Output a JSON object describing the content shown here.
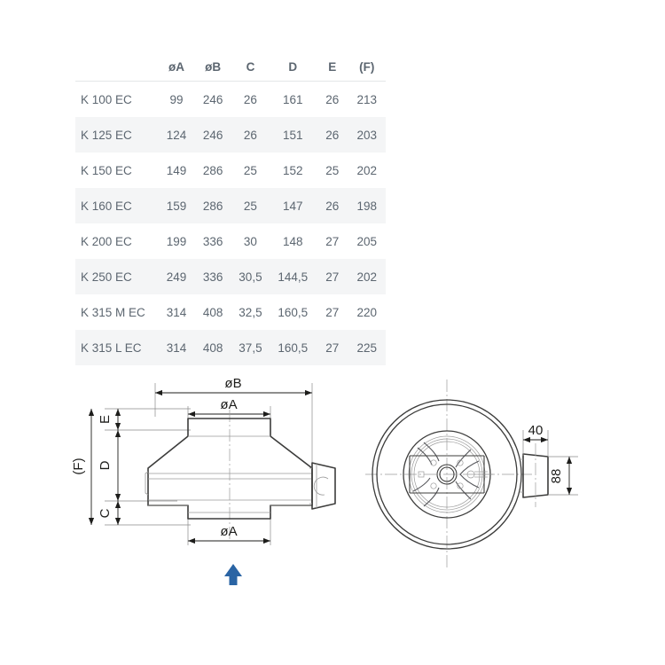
{
  "table": {
    "columns": [
      "",
      "øA",
      "øB",
      "C",
      "D",
      "E",
      "(F)"
    ],
    "rows": [
      {
        "model": "K 100 EC",
        "a": "99",
        "b": "246",
        "c": "26",
        "d": "161",
        "e": "26",
        "f": "213"
      },
      {
        "model": "K 125 EC",
        "a": "124",
        "b": "246",
        "c": "26",
        "d": "151",
        "e": "26",
        "f": "203"
      },
      {
        "model": "K 150 EC",
        "a": "149",
        "b": "286",
        "c": "25",
        "d": "152",
        "e": "25",
        "f": "202"
      },
      {
        "model": "K 160 EC",
        "a": "159",
        "b": "286",
        "c": "25",
        "d": "147",
        "e": "26",
        "f": "198"
      },
      {
        "model": "K 200 EC",
        "a": "199",
        "b": "336",
        "c": "30",
        "d": "148",
        "e": "27",
        "f": "205"
      },
      {
        "model": "K 250 EC",
        "a": "249",
        "b": "336",
        "c": "30,5",
        "d": "144,5",
        "e": "27",
        "f": "202"
      },
      {
        "model": "K 315 M EC",
        "a": "314",
        "b": "408",
        "c": "32,5",
        "d": "160,5",
        "e": "27",
        "f": "220"
      },
      {
        "model": "K 315 L EC",
        "a": "314",
        "b": "408",
        "c": "37,5",
        "d": "160,5",
        "e": "27",
        "f": "225"
      }
    ]
  },
  "drawing": {
    "side_view": {
      "dim_top_outer": "øB",
      "dim_top_inner": "øA",
      "dim_bottom": "øA",
      "dim_left_outer": "(F)",
      "dim_left_e": "E",
      "dim_left_d": "D",
      "dim_left_c": "C",
      "airflow_arrow": "airflow-up-arrow"
    },
    "front_view": {
      "dim_box_width": "40",
      "dim_box_height": "88"
    }
  },
  "colors": {
    "text": "#5c6670",
    "line": "#3c3c3b",
    "accent": "#2a64a4",
    "row_alt": "#f4f5f6"
  }
}
